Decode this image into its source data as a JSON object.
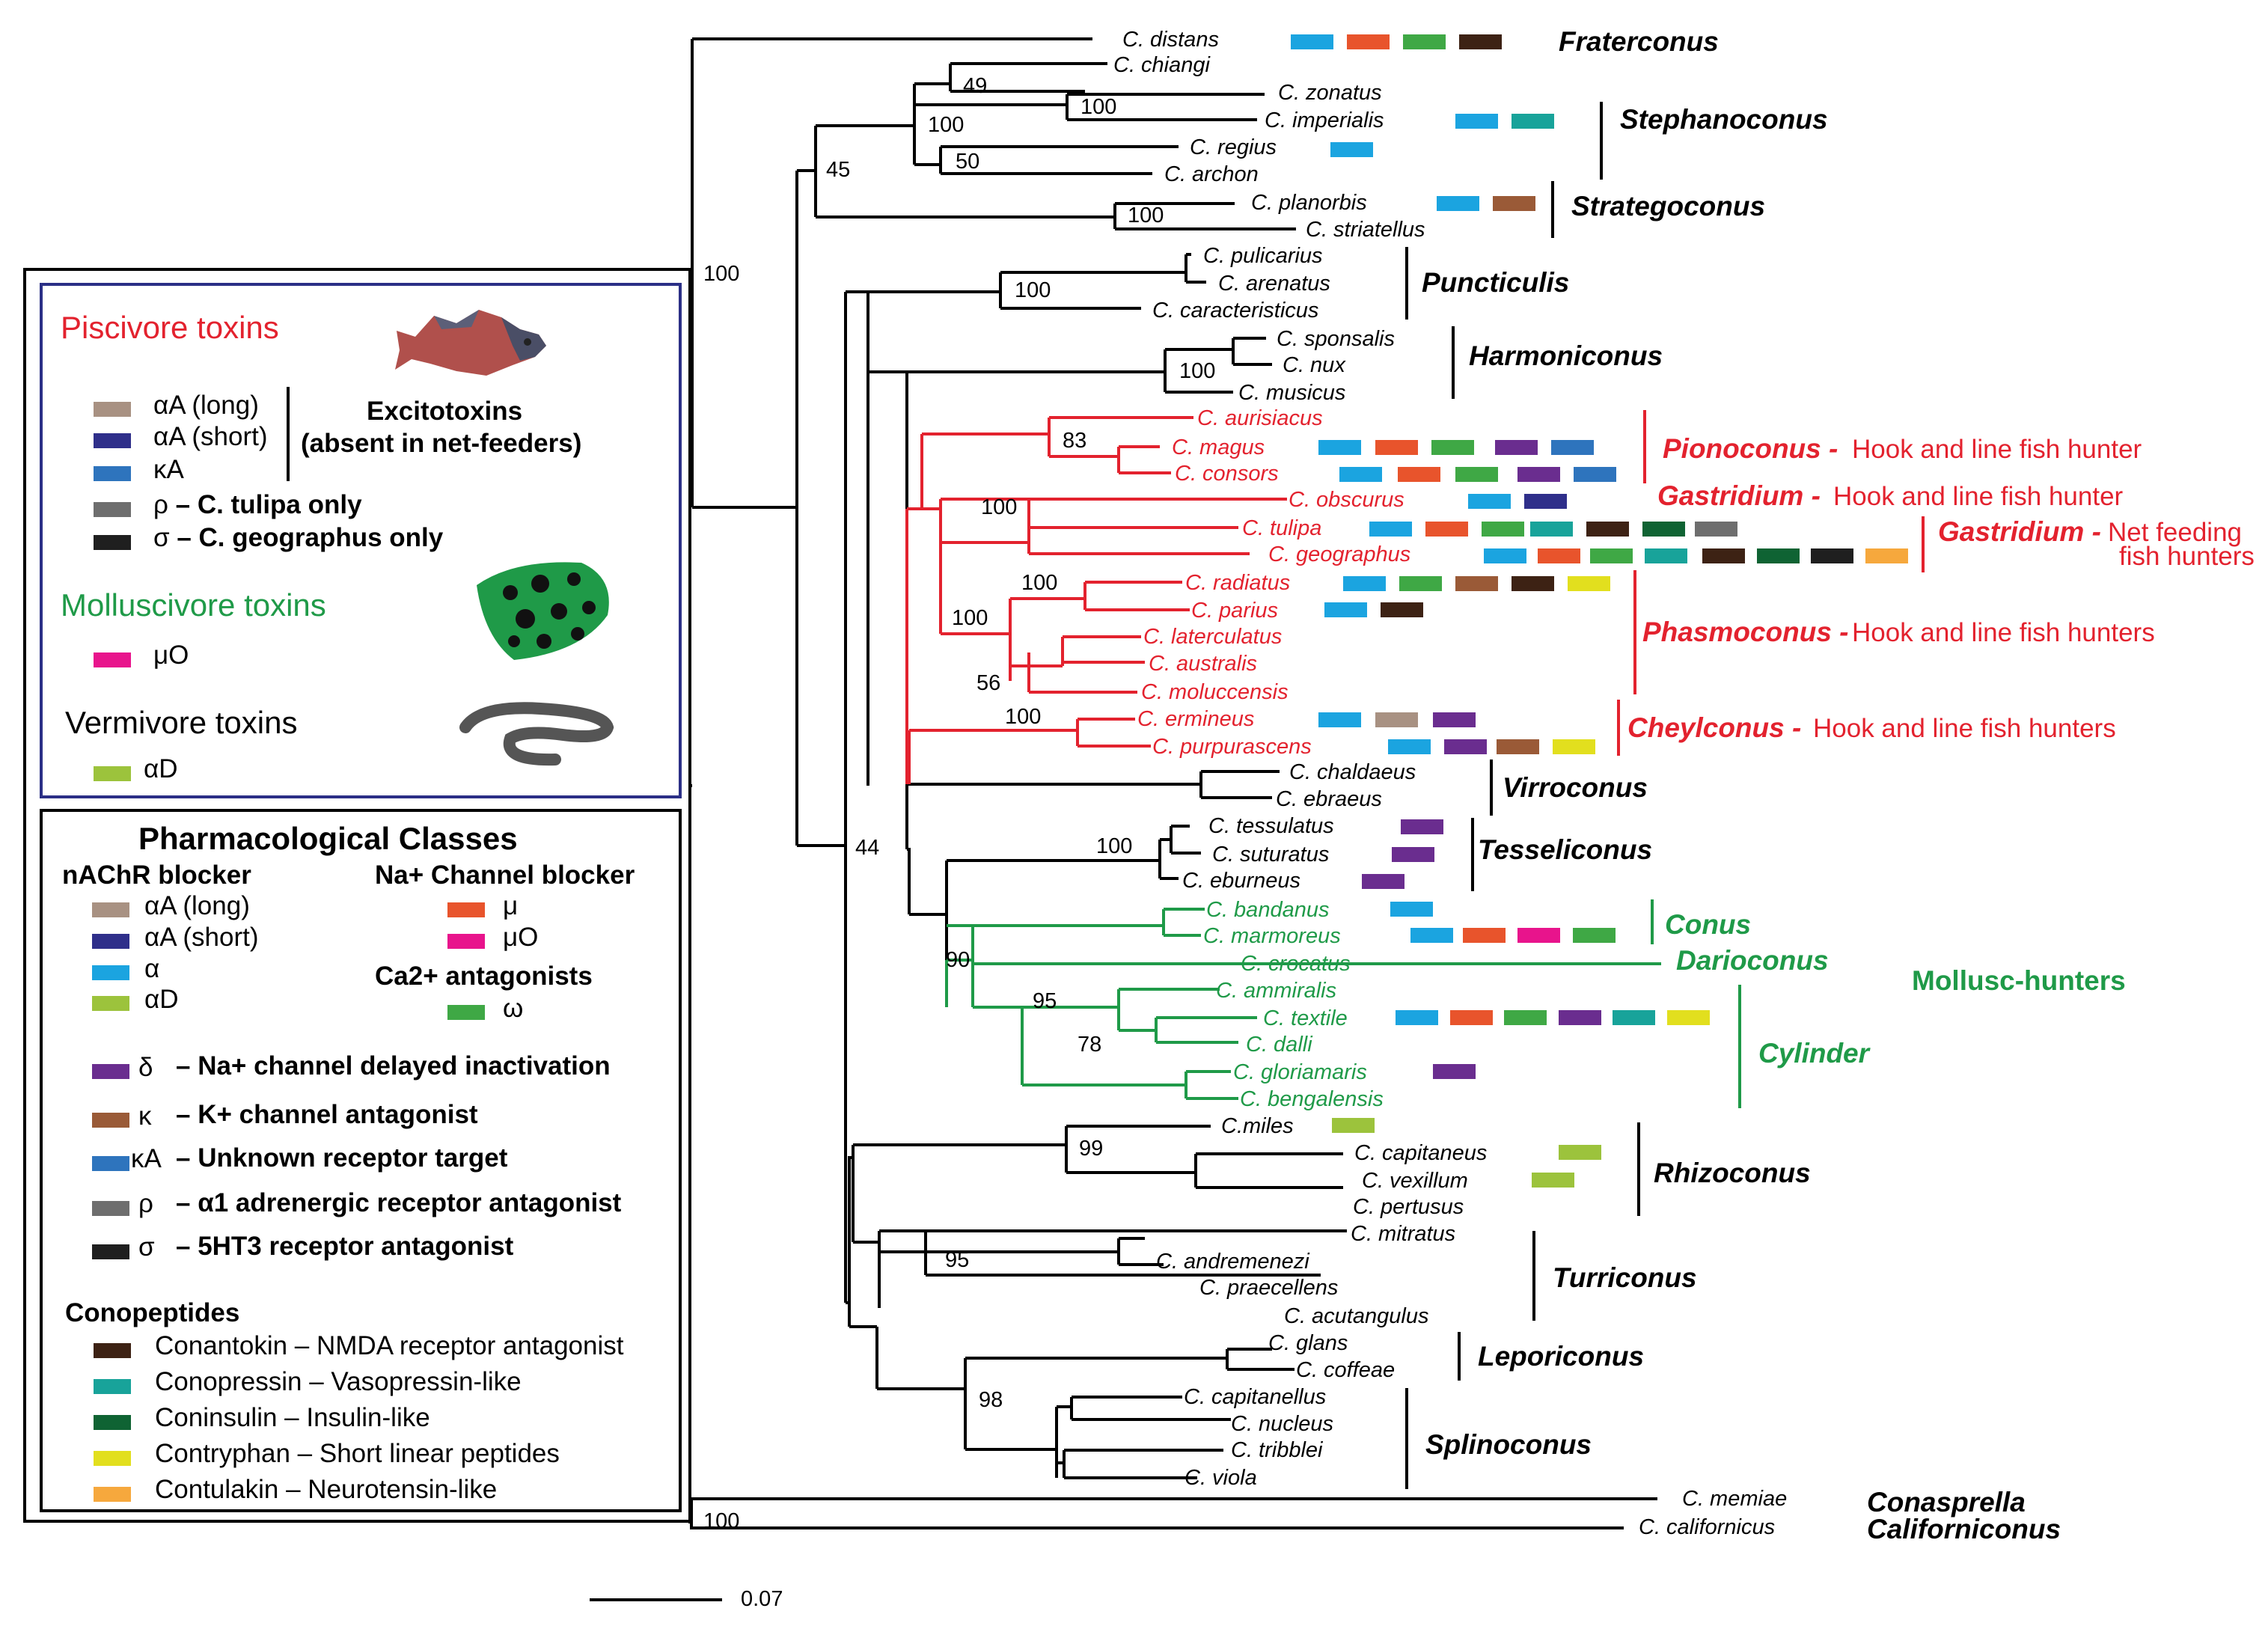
{
  "colors": {
    "piscivore": "#e3222e",
    "molluscivore": "#1f9a48",
    "black": "#000000",
    "legend_border": "#2b2f86",
    "aA_long": "#a89182",
    "aA_short": "#2f2f8a",
    "alpha": "#1ba4e0",
    "aD": "#9cc33c",
    "mu": "#e8542c",
    "muO": "#e8148c",
    "omega": "#3fa845",
    "delta": "#6a2d8f",
    "kappa": "#9a5a37",
    "kA": "#2e74bd",
    "rho": "#6e6e6e",
    "sigma": "#1f1f1f",
    "conantokin": "#3d2214",
    "conopressin": "#18a39a",
    "coninsulin": "#0f6333",
    "contryphan": "#e2df1e",
    "contulakin": "#f6a83d"
  },
  "taxa": [
    "C. distans",
    "C. chiangi",
    "C. zonatus",
    "C. imperialis",
    "C. regius",
    "C. archon",
    "C. planorbis",
    "C. striatellus",
    "C. pulicarius",
    "C. arenatus",
    "C. caracteristicus",
    "C. sponsalis",
    "C. nux",
    "C. musicus",
    "C. aurisiacus",
    "C. magus",
    "C. consors",
    "C. obscurus",
    "C. tulipa",
    "C. geographus",
    "C. radiatus",
    "C. parius",
    "C. laterculatus",
    "C. australis",
    "C. moluccensis",
    "C. ermineus",
    "C. purpurascens",
    "C. chaldaeus",
    "C. ebraeus",
    "C. tessulatus",
    "C. suturatus",
    "C. eburneus",
    "C. bandanus",
    "C. marmoreus",
    "C. crocatus",
    "C. ammiralis",
    "C. textile",
    "C. dalli",
    "C. gloriamaris",
    "C. bengalensis",
    "C.miles",
    "C. capitaneus",
    "C. vexillum",
    "C. pertusus",
    "C. mitratus",
    "C. andremenezi",
    "C. praecellens",
    "C. acutangulus",
    "C. glans",
    "C. coffeae",
    "C. capitanellus",
    "C. nucleus",
    "C. tribblei",
    "C. viola",
    "C. memiae",
    "C. californicus"
  ],
  "bootstraps": [
    "49",
    "100",
    "100",
    "50",
    "45",
    "100",
    "100",
    "100",
    "100",
    "83",
    "100",
    "100",
    "100",
    "56",
    "100",
    "100",
    "44",
    "90",
    "95",
    "78",
    "99",
    "95",
    "98",
    "100"
  ],
  "clades": {
    "fraterconus": "Fraterconus",
    "stephanoconus": "Stephanoconus",
    "strategoconus": "Strategoconus",
    "puncticulis": "Puncticulis",
    "harmoniconus": "Harmoniconus",
    "pionoconus": "Pionoconus -",
    "pionoconus_desc": " Hook and line  fish hunter",
    "gastridium1": "Gastridium -",
    "gastridium1_desc": " Hook and line fish hunter",
    "gastridium2": "Gastridium -",
    "gastridium2_desc1": " Net feeding",
    "gastridium2_desc2": "fish hunters",
    "phasmoconus": "Phasmoconus -",
    "phasmoconus_desc": " Hook and line fish hunters",
    "cheylconus": "Cheylconus -",
    "cheylconus_desc": " Hook and line fish hunters",
    "virroconus": "Virroconus",
    "tesseliconus": "Tesseliconus",
    "conus": "Conus",
    "darioconus": "Darioconus",
    "mollusc_hunters": "Mollusc-hunters",
    "cylinder": "Cylinder",
    "rhizoconus": "Rhizoconus",
    "turriconus": "Turriconus",
    "leporiconus": "Leporiconus",
    "splinoconus": "Splinoconus",
    "conasprella": "Conasprella",
    "californiconus": "Californiconus"
  },
  "scale_bar": "0.07",
  "legend_top": {
    "piscivore_title": "Piscivore toxins",
    "aA_long": "αA (long)",
    "aA_short": "αA (short)",
    "kA": "κA",
    "excitotoxins_1": "Excitotoxins",
    "excitotoxins_2": "(absent in net-feeders)",
    "rho_sym": "ρ",
    "rho_desc": " – C. tulipa only",
    "sigma_sym": "σ",
    "sigma_desc": " – C. geographus only",
    "molluscivore_title": "Molluscivore toxins",
    "muO": "μO",
    "vermivore_title": "Vermivore toxins",
    "aD": "αD"
  },
  "legend_pharm": {
    "title": "Pharmacological Classes",
    "nachr_title": "nAChR blocker",
    "aA_long": "αA (long)",
    "aA_short": "αA (short)",
    "alpha": "α",
    "aD": "αD",
    "na_title": "Na+ Channel blocker",
    "mu": "μ",
    "muO": "μO",
    "ca_title": "Ca2+ antagonists",
    "omega": "ω",
    "delta_sym": "δ",
    "delta_desc": "– Na+ channel delayed inactivation",
    "kappa_sym": "κ",
    "kappa_desc": "– K+ channel antagonist",
    "kA_sym": "κA",
    "kA_desc": "– Unknown receptor target",
    "rho_sym": "ρ",
    "rho_desc": "– α1 adrenergic receptor antagonist",
    "sigma_sym": "σ",
    "sigma_desc": "– 5HT3 receptor antagonist",
    "conopeptides_title": "Conopeptides",
    "conantokin": "Conantokin – NMDA receptor antagonist",
    "conopressin": "Conopressin – Vasopressin-like",
    "coninsulin": "Coninsulin – Insulin-like",
    "contryphan": "Contryphan – Short linear peptides",
    "contulakin": "Contulakin – Neurotensin-like"
  }
}
